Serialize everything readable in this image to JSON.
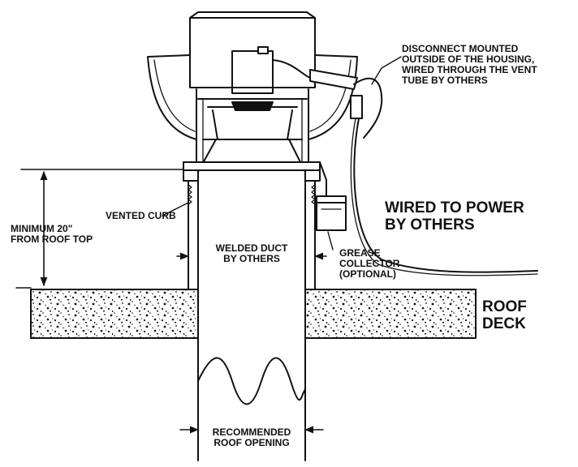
{
  "labels": {
    "disconnect": [
      "DISCONNECT MOUNTED",
      "OUTSIDE OF THE HOUSING,",
      "WIRED THROUGH THE VENT",
      "TUBE BY OTHERS"
    ],
    "wired_power": [
      "WIRED TO POWER",
      "BY OTHERS"
    ],
    "vented_curb": "VENTED CURB",
    "minimum": [
      "MINIMUM 20\"",
      "FROM ROOF TOP"
    ],
    "welded_duct": [
      "WELDED DUCT",
      "BY OTHERS"
    ],
    "grease": [
      "GREASE",
      "COLLECTOR",
      "(OPTIONAL)"
    ],
    "roof_deck": [
      "ROOF",
      "DECK"
    ],
    "roof_opening": [
      "RECOMMENDED",
      "ROOF OPENING"
    ]
  },
  "icons": {
    "fan": "upblast-exhaust-fan",
    "disconnect_box": "disconnect-switch-icon",
    "grease_box": "grease-collector-icon"
  },
  "colors": {
    "line": "#111111",
    "background": "#ffffff"
  }
}
